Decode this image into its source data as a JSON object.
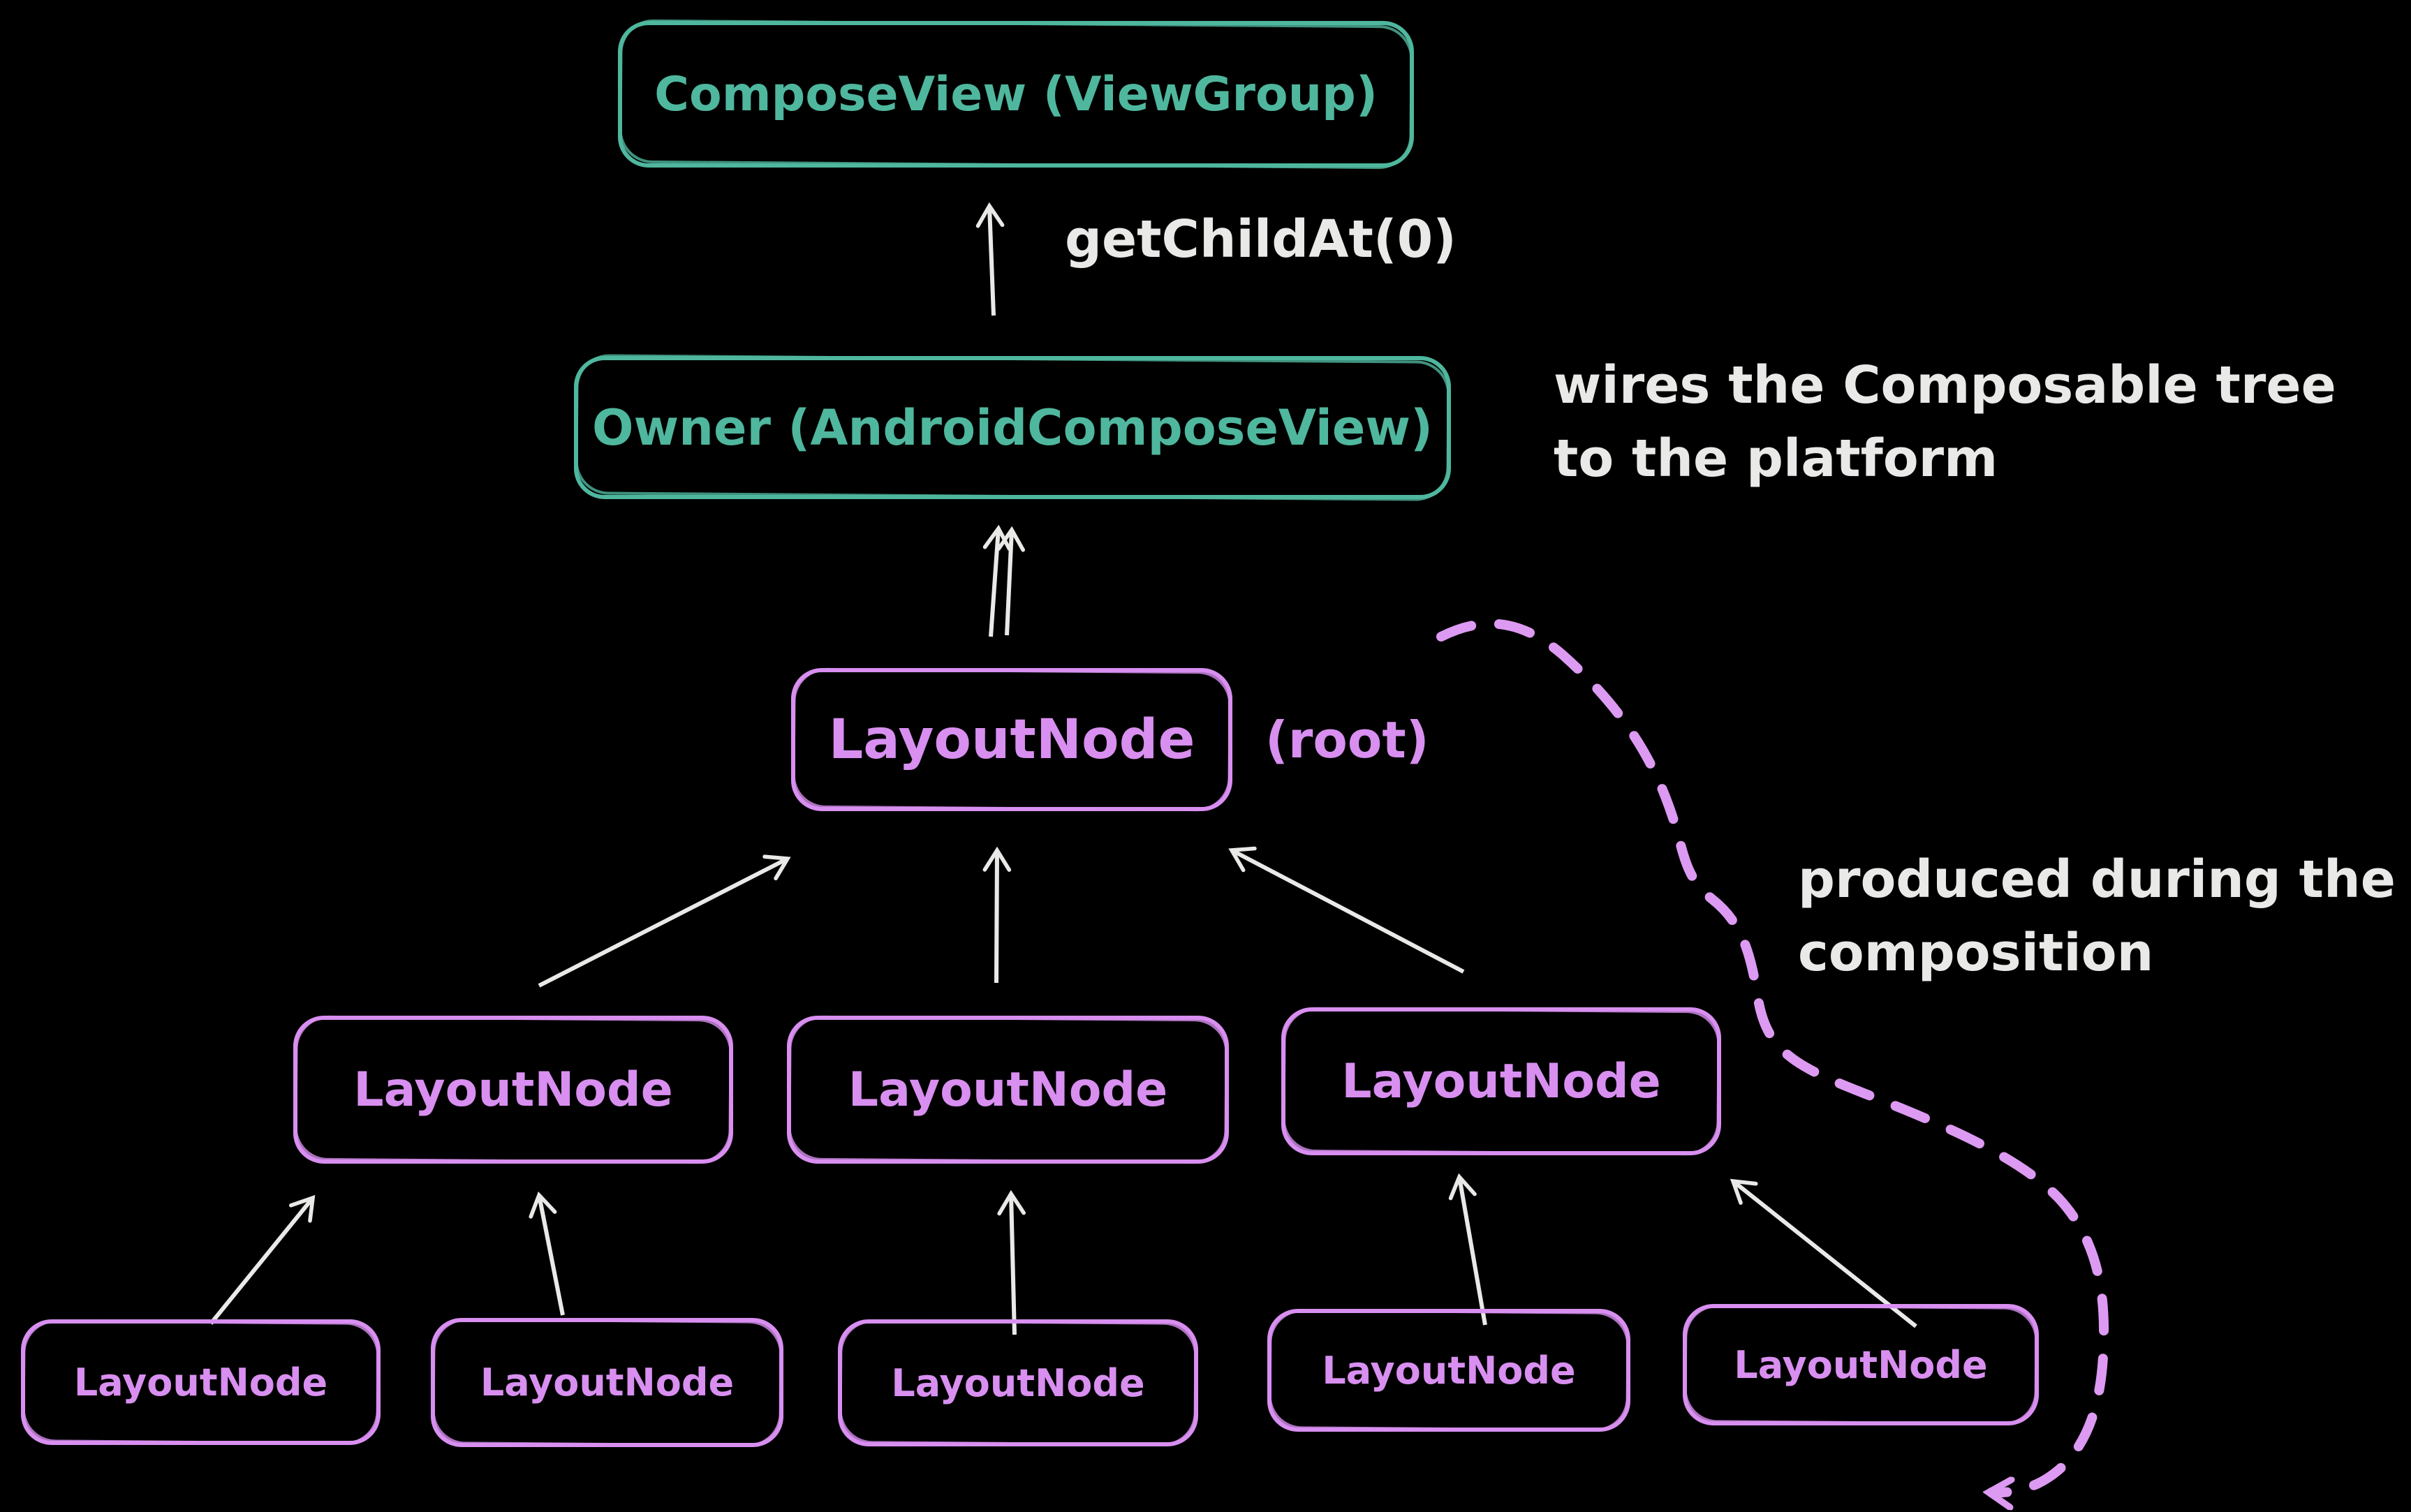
{
  "colors": {
    "background": "#000000",
    "green": "#4FB79E",
    "purple": "#D88FF0",
    "dash_purple": "#DD9AF2",
    "ink": "#E9E9E7"
  },
  "diagram": {
    "compose_view_box": {
      "label": "ComposeView (ViewGroup)"
    },
    "get_child_at_label": "getChildAt(0)",
    "owner_box": {
      "label": "Owner (AndroidComposeView)"
    },
    "owner_note_line1": "wires the Composable tree",
    "owner_note_line2": "to the platform",
    "root_box": {
      "label": "LayoutNode",
      "annotation": "(root)"
    },
    "composition_note_line1": "produced during the",
    "composition_note_line2": "composition",
    "middle_nodes": [
      {
        "label": "LayoutNode"
      },
      {
        "label": "LayoutNode"
      },
      {
        "label": "LayoutNode"
      }
    ],
    "bottom_nodes": [
      {
        "label": "LayoutNode"
      },
      {
        "label": "LayoutNode"
      },
      {
        "label": "LayoutNode"
      },
      {
        "label": "LayoutNode"
      },
      {
        "label": "LayoutNode"
      }
    ]
  }
}
